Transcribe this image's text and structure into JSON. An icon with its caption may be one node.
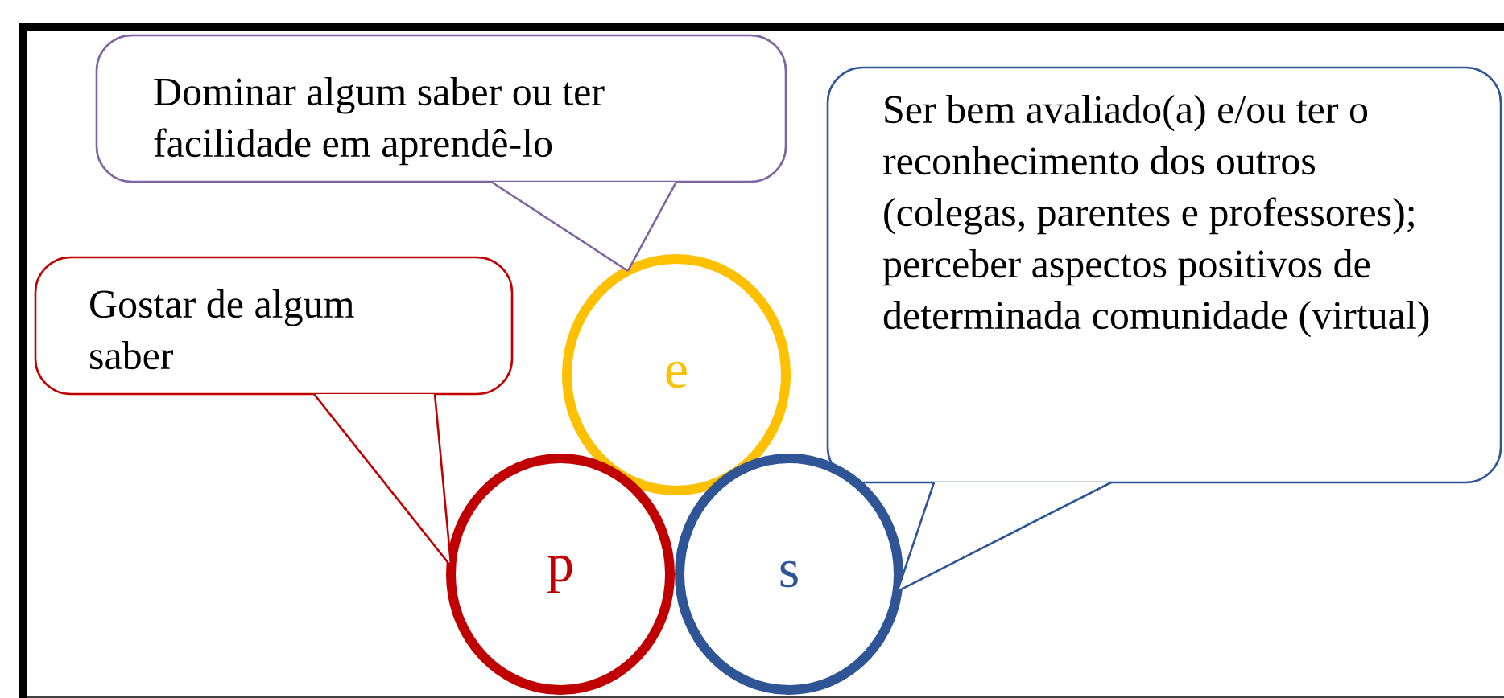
{
  "diagram": {
    "nodes": [
      {
        "text": [
          "Dominar algum saber ou ter facilidade em aprendê-lo"
        ]
      },
      {
        "text": [
          "Ser bem avaliado(a) e/ou ter o reconhecimento dos outros (colegas, parentes e professores); perceber aspectos positivos de determinada comunidade (virtual)"
        ]
      },
      {
        "text": [
          "Gostar de algum saber"
        ]
      },
      {
        "text": [
          "e"
        ]
      },
      {
        "text": [
          "p"
        ]
      },
      {
        "text": [
          "s"
        ]
      }
    ],
    "edges": [
      {
        "from": 0,
        "to": 3,
        "arrow": "none",
        "color": "#8064a2"
      },
      {
        "from": 1,
        "to": 5,
        "arrow": "none",
        "color": "#2f5597"
      },
      {
        "from": 2,
        "to": 4,
        "arrow": "none",
        "color": "#c00000"
      }
    ]
  }
}
